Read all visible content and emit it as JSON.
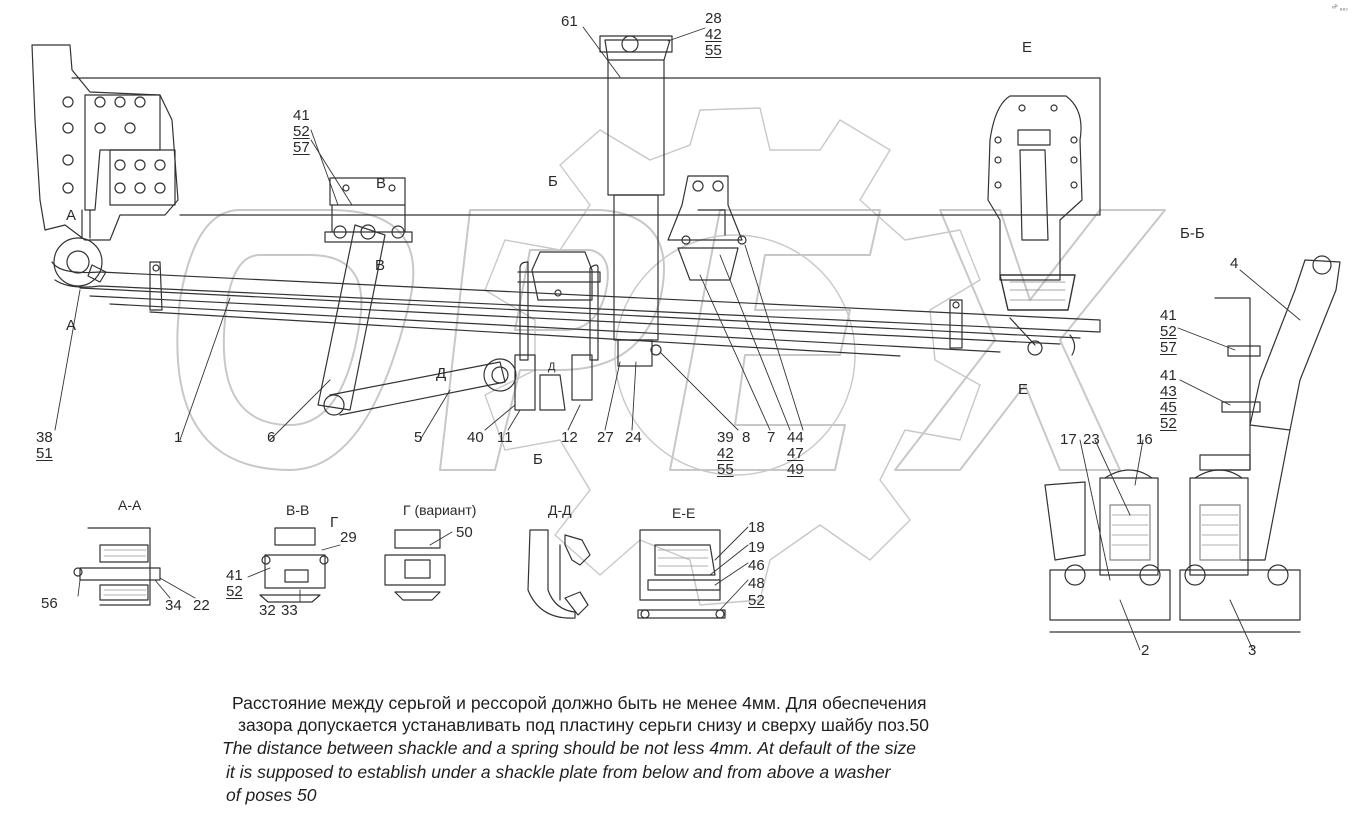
{
  "corner_tag": "ⁿᴾ ₈₈₂",
  "watermark": "OPEX",
  "callouts": {
    "c61": "61",
    "c28": [
      "28",
      "42",
      "55"
    ],
    "e_top": "Е",
    "c41a": [
      "41",
      "52",
      "57"
    ],
    "b_top": "Б",
    "v_top": "В",
    "v_mid": "В",
    "a_top": "А",
    "a_bot": "А",
    "d_mid": "Д",
    "d_small": "Д",
    "b_bot": "Б",
    "e_mid": "Е",
    "c38": [
      "38",
      "51"
    ],
    "c1": "1",
    "c6": "6",
    "c5": "5",
    "c40": "40",
    "c11": "11",
    "c12": "12",
    "c27": "27",
    "c24": "24",
    "c39": [
      "39",
      "42",
      "55"
    ],
    "c8": "8",
    "c7": "7",
    "c44": [
      "44",
      "47",
      "49"
    ],
    "bb_title": "Б-Б",
    "c4": "4",
    "c41b": [
      "41",
      "52",
      "57"
    ],
    "c41c": [
      "41",
      "43",
      "45",
      "52"
    ],
    "c17": "17",
    "c23": "23",
    "c16": "16",
    "c2": "2",
    "c3": "3",
    "sec_aa": "А-А",
    "sec_vv": "В-В",
    "sec_g": "Г (вариант)",
    "sec_dd": "Д-Д",
    "sec_ee": "Е-Е",
    "g_mark": "Г",
    "c29": "29",
    "c50": "50",
    "c41d": [
      "41",
      "52"
    ],
    "c32_33": "32",
    "c33": "33",
    "c56": "56",
    "c34": "34",
    "c22": "22",
    "c18": "18",
    "c19": "19",
    "c46": "46",
    "c48": [
      "48",
      "52"
    ]
  },
  "notes": {
    "ru_line1": "Расстояние между серьгой и рессорой должно быть не менее 4мм. Для обеспечения",
    "ru_line2": "зазора допускается устанавливать под пластину серьги снизу и сверху шайбу поз.50",
    "en_line1": "The distance between shackle and a spring should be not less 4mm. At default of the size",
    "en_line2": "it is supposed to establish under a shackle plate from below and from above a washer",
    "en_line3": "of poses 50"
  }
}
